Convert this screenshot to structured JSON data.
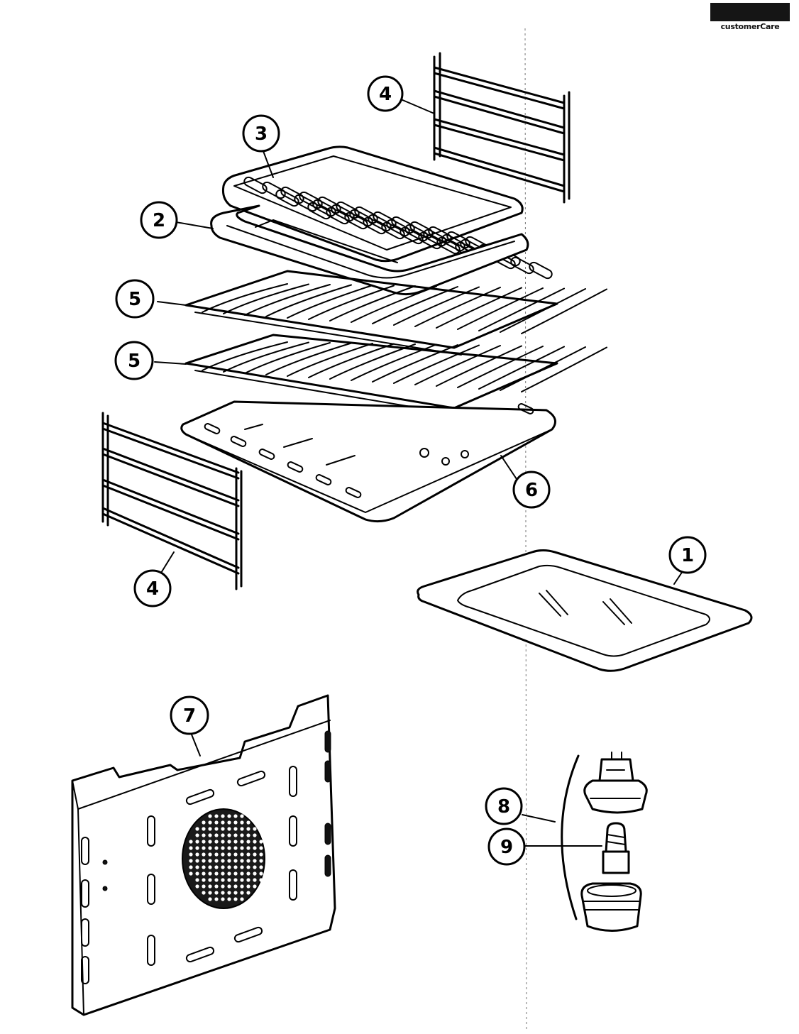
{
  "brand": {
    "logo_text": "customerCare"
  },
  "callouts": {
    "c1": "1",
    "c2": "2",
    "c3": "3",
    "c4_top": "4",
    "c4_bottom": "4",
    "c5_upper": "5",
    "c5_lower": "5",
    "c6": "6",
    "c7": "7",
    "c8": "8",
    "c9": "9"
  }
}
